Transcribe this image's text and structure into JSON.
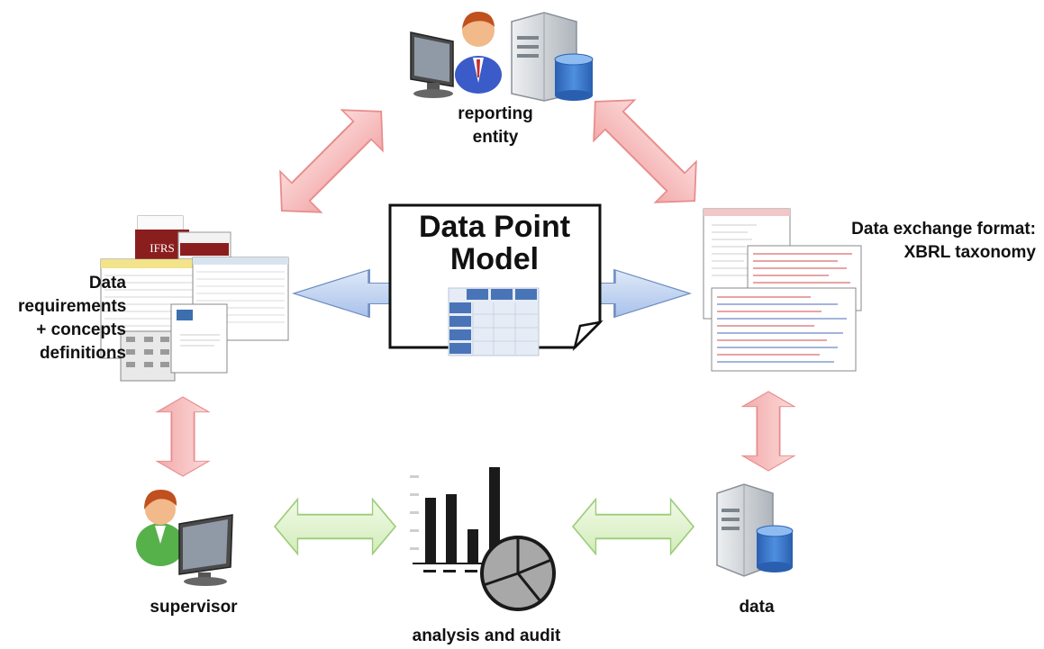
{
  "nodes": {
    "reporting_entity": {
      "line1": "reporting",
      "line2": "entity"
    },
    "data_requirements": {
      "line1": "Data",
      "line2": "requirements",
      "line3": "+ concepts",
      "line4": "definitions"
    },
    "exchange_format": {
      "line1": "Data exchange format:",
      "line2": "XBRL taxonomy"
    },
    "supervisor": {
      "label": "supervisor"
    },
    "analysis": {
      "label": "analysis and audit"
    },
    "data": {
      "label": "data"
    }
  },
  "center": {
    "line1": "Data Point",
    "line2": "Model"
  },
  "document_stack": {
    "cover_text": "IFRS"
  },
  "colors": {
    "red_arrow_fill": "#f7c6c6",
    "red_arrow_stroke": "#e88c8c",
    "blue_arrow_fill": "#c9d9f2",
    "blue_arrow_stroke": "#6f8fc4",
    "green_arrow_fill": "#e4f4d2",
    "green_arrow_stroke": "#9ccc79",
    "grid_blue": "#4a74b8",
    "server_grey": "#cfd3d8",
    "cylinder_blue": "#3b77c9",
    "person_suit": "#3a5bc8",
    "person_shirt_green": "#56b14a",
    "skin": "#f2b98a",
    "hair": "#c0501e"
  }
}
